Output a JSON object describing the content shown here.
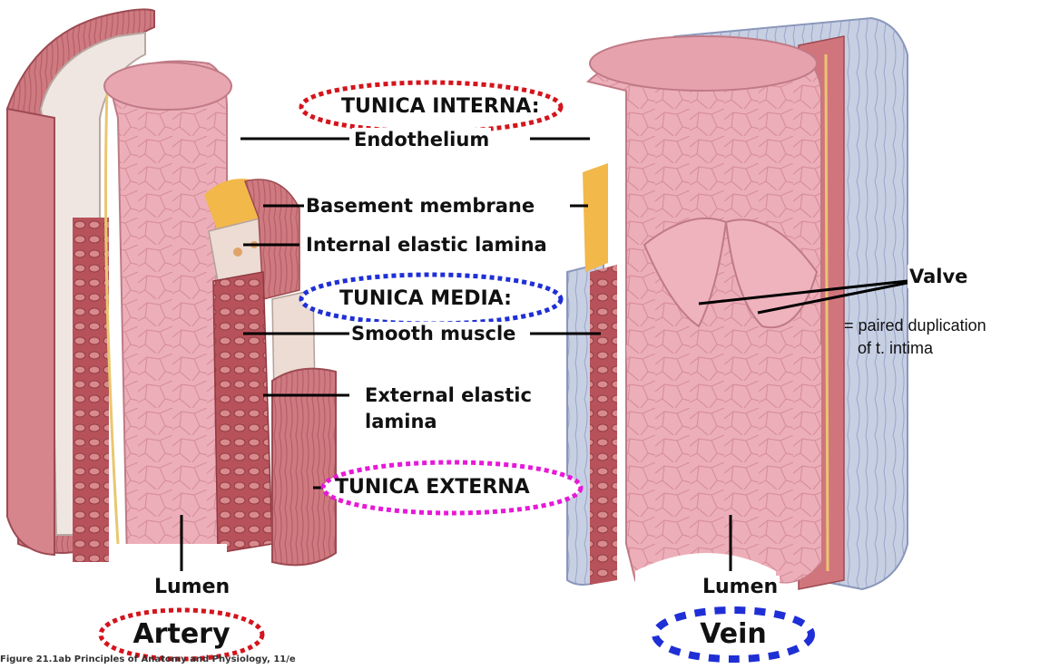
{
  "labels": {
    "tunica_interna": "TUNICA INTERNA:",
    "endothelium": "Endothelium",
    "basement_membrane": "Basement membrane",
    "internal_elastic_lamina": "Internal elastic lamina",
    "tunica_media": "TUNICA MEDIA:",
    "smooth_muscle": "Smooth muscle",
    "external_elastic_line1": "External elastic",
    "external_elastic_line2": "lamina",
    "tunica_externa": "TUNICA EXTERNA",
    "valve": "Valve",
    "valve_note_line1": "= paired duplication",
    "valve_note_line2": "of t. intima",
    "lumen_artery": "Lumen",
    "lumen_vein": "Lumen",
    "artery": "Artery",
    "vein": "Vein"
  },
  "caption": "Figure 21.1ab Principles of Anatomy and Physiology, 11/e",
  "colors": {
    "interna_outline": "#d4141c",
    "media_outline": "#1f2fd6",
    "externa_outline": "#e619d8",
    "artery_outline": "#d4141c",
    "vein_outline": "#1f2fd6",
    "vessel_pink": "#e9a3ae",
    "vessel_wall": "#c9646e",
    "vein_adventitia": "#b9c3dc"
  }
}
